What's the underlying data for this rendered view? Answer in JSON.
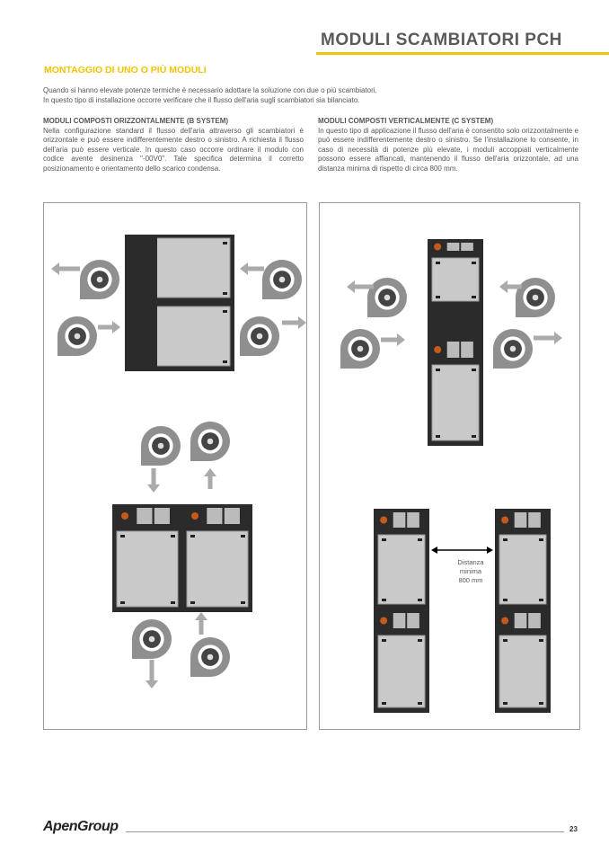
{
  "header": {
    "title": "MODULI SCAMBIATORI PCH"
  },
  "section": {
    "title": "MONTAGGIO DI UNO O PIÙ MODULI",
    "intro": [
      "Quando si hanno elevate potenze termiche è necessario adottare la soluzione con due o più scambiatori.",
      "In questo tipo di installazione occorre verificare che il flusso dell'aria sugli scambiatori sia bilanciato."
    ]
  },
  "columns": [
    {
      "heading": "MODULI COMPOSTI ORIZZONTALMENTE  (B SYSTEM)",
      "text": "Nella configurazione standard il flusso dell'aria attraverso gli scambiatori è orizzontale e può essere indifferentemente destro o sinistro. A richiesta il flusso dell'aria può essere verticale. In questo caso occorre ordinare il modulo con codice avente desinenza \"-00V0\". Tale specifica determina il corretto posizionamento e orientamento dello scarico condensa."
    },
    {
      "heading": "MODULI COMPOSTI VERTICALMENTE (C SYSTEM)",
      "text": "In questo tipo di applicazione il flusso dell'aria è consentito solo orizzontalmente e può essere indifferentemente destro o sinistro. Se l'installazione lo consente, in caso di necessità di potenze più elevate, i moduli accoppiati verticalmente possono essere affiancati, mantenendo il flusso dell'aria orizzontale, ad una distanza minima di rispetto di circa 800 mm."
    }
  ],
  "figure_right": {
    "distance_label": [
      "Distanza",
      "minima",
      "800 mm"
    ]
  },
  "footer": {
    "logo": "ApenGroup",
    "page_number": "23"
  }
}
